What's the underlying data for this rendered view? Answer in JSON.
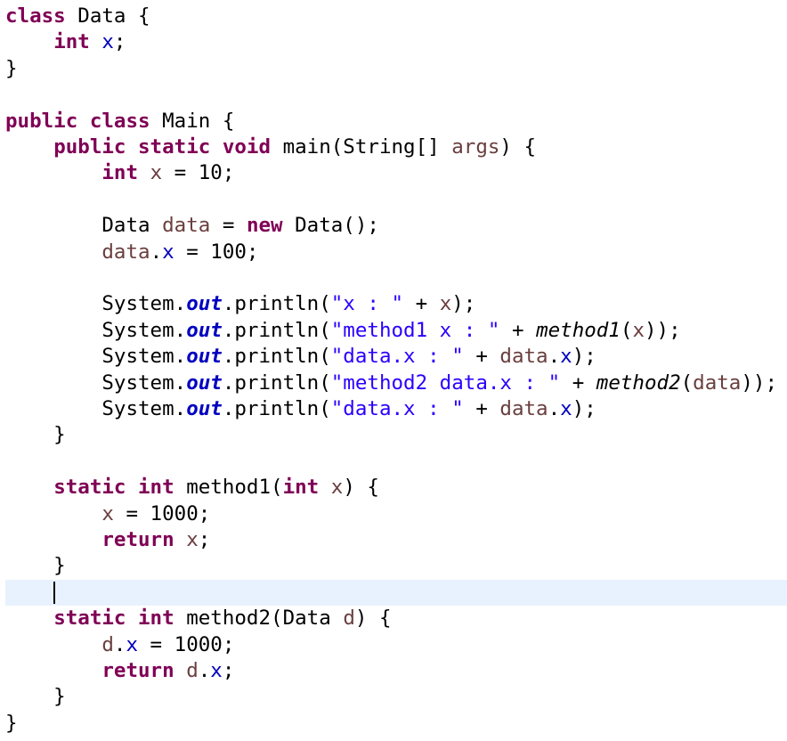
{
  "editor": {
    "lines": [
      [
        [
          "class",
          "kw"
        ],
        [
          " Data {",
          ""
        ]
      ],
      [
        [
          "    ",
          ""
        ],
        [
          "int",
          "kw"
        ],
        [
          " ",
          ""
        ],
        [
          "x",
          "fld"
        ],
        [
          ";",
          ""
        ]
      ],
      [
        [
          "}",
          ""
        ]
      ],
      [],
      [
        [
          "public",
          "kw"
        ],
        [
          " ",
          ""
        ],
        [
          "class",
          "kw"
        ],
        [
          " Main {",
          ""
        ]
      ],
      [
        [
          "    ",
          ""
        ],
        [
          "public",
          "kw"
        ],
        [
          " ",
          ""
        ],
        [
          "static",
          "kw"
        ],
        [
          " ",
          ""
        ],
        [
          "void",
          "kw"
        ],
        [
          " main(String[] ",
          ""
        ],
        [
          "args",
          "var"
        ],
        [
          ") {",
          ""
        ]
      ],
      [
        [
          "        ",
          ""
        ],
        [
          "int",
          "kw"
        ],
        [
          " ",
          ""
        ],
        [
          "x",
          "var"
        ],
        [
          " = 10;",
          ""
        ]
      ],
      [],
      [
        [
          "        Data ",
          ""
        ],
        [
          "data",
          "var"
        ],
        [
          " = ",
          ""
        ],
        [
          "new",
          "kw"
        ],
        [
          " Data();",
          ""
        ]
      ],
      [
        [
          "        ",
          ""
        ],
        [
          "data",
          "var"
        ],
        [
          ".",
          ""
        ],
        [
          "x",
          "fld"
        ],
        [
          " = 100;",
          ""
        ]
      ],
      [],
      [
        [
          "        System.",
          ""
        ],
        [
          "out",
          "sfld"
        ],
        [
          ".println(",
          ""
        ],
        [
          "\"x : \"",
          "str"
        ],
        [
          " + ",
          ""
        ],
        [
          "x",
          "var"
        ],
        [
          ");",
          ""
        ]
      ],
      [
        [
          "        System.",
          ""
        ],
        [
          "out",
          "sfld"
        ],
        [
          ".println(",
          ""
        ],
        [
          "\"method1 x : \"",
          "str"
        ],
        [
          " + ",
          ""
        ],
        [
          "method1",
          "smeth"
        ],
        [
          "(",
          ""
        ],
        [
          "x",
          "var"
        ],
        [
          "));",
          ""
        ]
      ],
      [
        [
          "        System.",
          ""
        ],
        [
          "out",
          "sfld"
        ],
        [
          ".println(",
          ""
        ],
        [
          "\"data.x : \"",
          "str"
        ],
        [
          " + ",
          ""
        ],
        [
          "data",
          "var"
        ],
        [
          ".",
          ""
        ],
        [
          "x",
          "fld"
        ],
        [
          ");",
          ""
        ]
      ],
      [
        [
          "        System.",
          ""
        ],
        [
          "out",
          "sfld"
        ],
        [
          ".println(",
          ""
        ],
        [
          "\"method2 data.x : \"",
          "str"
        ],
        [
          " + ",
          ""
        ],
        [
          "method2",
          "smeth"
        ],
        [
          "(",
          ""
        ],
        [
          "data",
          "var"
        ],
        [
          "));",
          ""
        ]
      ],
      [
        [
          "        System.",
          ""
        ],
        [
          "out",
          "sfld"
        ],
        [
          ".println(",
          ""
        ],
        [
          "\"data.x : \"",
          "str"
        ],
        [
          " + ",
          ""
        ],
        [
          "data",
          "var"
        ],
        [
          ".",
          ""
        ],
        [
          "x",
          "fld"
        ],
        [
          ");",
          ""
        ]
      ],
      [
        [
          "    }",
          ""
        ]
      ],
      [],
      [
        [
          "    ",
          ""
        ],
        [
          "static",
          "kw"
        ],
        [
          " ",
          ""
        ],
        [
          "int",
          "kw"
        ],
        [
          " method1(",
          ""
        ],
        [
          "int",
          "kw"
        ],
        [
          " ",
          ""
        ],
        [
          "x",
          "var"
        ],
        [
          ") {",
          ""
        ]
      ],
      [
        [
          "        ",
          ""
        ],
        [
          "x",
          "var"
        ],
        [
          " = 1000;",
          ""
        ]
      ],
      [
        [
          "        ",
          ""
        ],
        [
          "return",
          "kw"
        ],
        [
          " ",
          ""
        ],
        [
          "x",
          "var"
        ],
        [
          ";",
          ""
        ]
      ],
      [
        [
          "    }",
          ""
        ]
      ],
      [],
      [
        [
          "    ",
          ""
        ],
        [
          "static",
          "kw"
        ],
        [
          " ",
          ""
        ],
        [
          "int",
          "kw"
        ],
        [
          " method2(Data ",
          ""
        ],
        [
          "d",
          "var"
        ],
        [
          ") {",
          ""
        ]
      ],
      [
        [
          "        ",
          ""
        ],
        [
          "d",
          "var"
        ],
        [
          ".",
          ""
        ],
        [
          "x",
          "fld"
        ],
        [
          " = 1000;",
          ""
        ]
      ],
      [
        [
          "        ",
          ""
        ],
        [
          "return",
          "kw"
        ],
        [
          " ",
          ""
        ],
        [
          "d",
          "var"
        ],
        [
          ".",
          ""
        ],
        [
          "x",
          "fld"
        ],
        [
          ";",
          ""
        ]
      ],
      [
        [
          "    }",
          ""
        ]
      ],
      [
        [
          "}",
          ""
        ]
      ]
    ],
    "current_line_number": 23,
    "caret_column": 4
  }
}
